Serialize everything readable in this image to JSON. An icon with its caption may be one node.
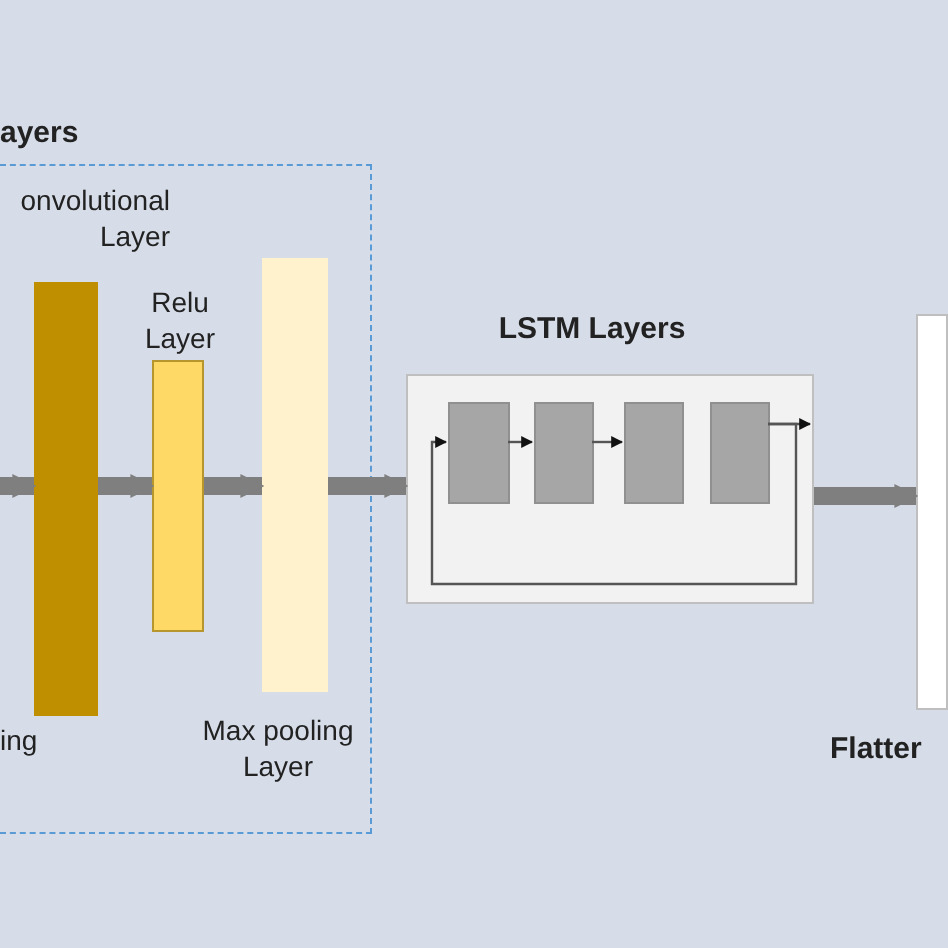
{
  "diagram": {
    "nodes": [
      {
        "text": [
          "ayers"
        ]
      },
      {
        "text": [
          "onvolutional Layer"
        ],
        "in": 0
      },
      {
        "text": [
          "Relu Layer"
        ],
        "in": 0
      },
      {
        "text": [
          "Max pooling Layer"
        ],
        "in": 0
      },
      {
        "text": [
          "LSTM Layers"
        ]
      },
      {
        "text": [],
        "shape": "box",
        "in": 4
      },
      {
        "text": [],
        "shape": "box",
        "in": 4
      },
      {
        "text": [],
        "shape": "box",
        "in": 4
      },
      {
        "text": [],
        "shape": "box",
        "in": 4
      },
      {
        "text": [
          "Flatter"
        ]
      }
    ],
    "edges": [
      {
        "from": null,
        "to": 1,
        "arrow": "to"
      },
      {
        "from": 1,
        "to": 2,
        "arrow": "to"
      },
      {
        "from": 2,
        "to": 3,
        "arrow": "to"
      },
      {
        "from": 3,
        "to": 4,
        "arrow": "to"
      },
      {
        "from": 4,
        "to": 9,
        "arrow": "to"
      },
      {
        "from": 5,
        "to": 6,
        "arrow": "to"
      },
      {
        "from": 6,
        "to": 7,
        "arrow": "to"
      },
      {
        "from": 8,
        "to": null,
        "arrow": "to"
      },
      {
        "from": 8,
        "to": 5,
        "arrow": "to"
      }
    ],
    "labels": [
      "ing"
    ]
  }
}
